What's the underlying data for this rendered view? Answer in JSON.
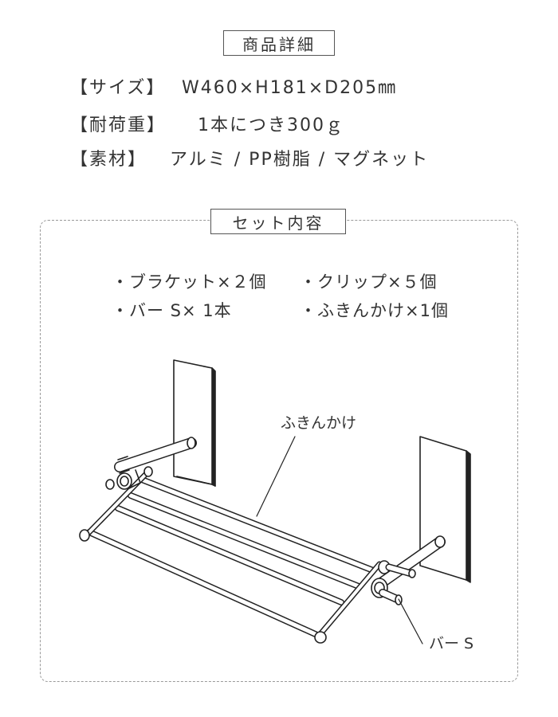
{
  "header": {
    "title": "商品詳細"
  },
  "specs": [
    {
      "label": "【サイズ】",
      "value": "W460×H181×D205㎜"
    },
    {
      "label": "【耐荷重】",
      "value": "1本につき300ｇ"
    },
    {
      "label": "【素材】",
      "value": "アルミ / PP樹脂 / マグネット"
    }
  ],
  "set_contents": {
    "title": "セット内容",
    "items": [
      "・ブラケット×２個",
      "・クリップ×５個",
      "・バー S× 1本",
      "・ふきんかけ×1個"
    ]
  },
  "illustration": {
    "callout_towel_rack": "ふきんかけ",
    "callout_bar": "バー S"
  }
}
